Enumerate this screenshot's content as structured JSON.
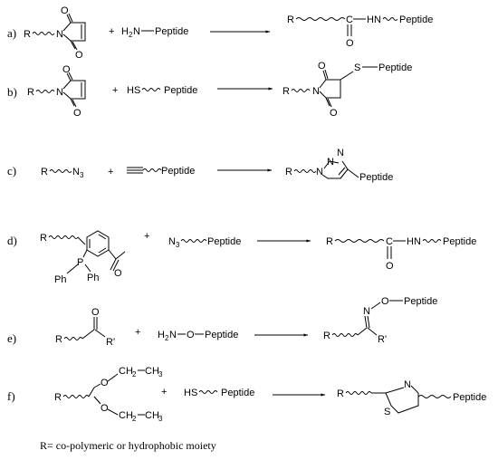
{
  "reactions": [
    {
      "label": "a)",
      "reactant1": {
        "r": "R",
        "n": "N",
        "o_top": "O",
        "o_bottom": "O"
      },
      "plus": "+",
      "reactant2": {
        "h2n": "H",
        "sub2": "2",
        "n": "N",
        "peptide": "Peptide"
      },
      "product": {
        "r": "R",
        "c": "C",
        "hn": "HN",
        "o": "O",
        "peptide": "Peptide"
      }
    },
    {
      "label": "b)",
      "reactant1": {
        "r": "R",
        "n": "N",
        "o_top": "O",
        "o_bottom": "O"
      },
      "plus": "+",
      "reactant2": {
        "hs": "HS",
        "peptide": "Peptide"
      },
      "product": {
        "r": "R",
        "n": "N",
        "o_top": "O",
        "o_bottom": "O",
        "s": "S",
        "peptide": "Peptide"
      }
    },
    {
      "label": "c)",
      "reactant1": {
        "r": "R",
        "n3": "N",
        "sub3": "3"
      },
      "plus": "+",
      "reactant2": {
        "peptide": "Peptide"
      },
      "product": {
        "r": "R",
        "n1": "N",
        "n2": "N",
        "n3": "N",
        "peptide": "Peptide"
      }
    },
    {
      "label": "d)",
      "reactant1": {
        "r": "R",
        "p": "P",
        "ph1": "Ph",
        "ph2": "Ph",
        "o": "O"
      },
      "plus": "+",
      "reactant2": {
        "n3": "N",
        "sub3": "3",
        "peptide": "Peptide"
      },
      "product": {
        "r": "R",
        "c": "C",
        "hn": "HN",
        "o": "O",
        "peptide": "Peptide"
      }
    },
    {
      "label": "e)",
      "reactant1": {
        "r": "R",
        "o": "O",
        "rprime": "R'"
      },
      "plus": "+",
      "reactant2": {
        "h2n": "H",
        "sub2": "2",
        "n": "N",
        "o": "O",
        "peptide": "Peptide"
      },
      "product": {
        "r": "R",
        "n": "N",
        "o": "O",
        "peptide": "Peptide",
        "rprime": "R'"
      }
    },
    {
      "label": "f)",
      "reactant1": {
        "r": "R",
        "o1": "O",
        "ch2a": "CH",
        "sub2a": "2",
        "ch3a": "CH",
        "sub3a": "3",
        "o2": "O",
        "ch2b": "CH",
        "sub2b": "2",
        "ch3b": "CH",
        "sub3b": "3"
      },
      "plus": "+",
      "reactant2": {
        "hs": "HS",
        "peptide": "Peptide"
      },
      "product": {
        "r": "R",
        "n": "N",
        "s": "S",
        "peptide": "Peptide"
      }
    }
  ],
  "footnote": "R= co-polymeric or hydrophobic moiety"
}
